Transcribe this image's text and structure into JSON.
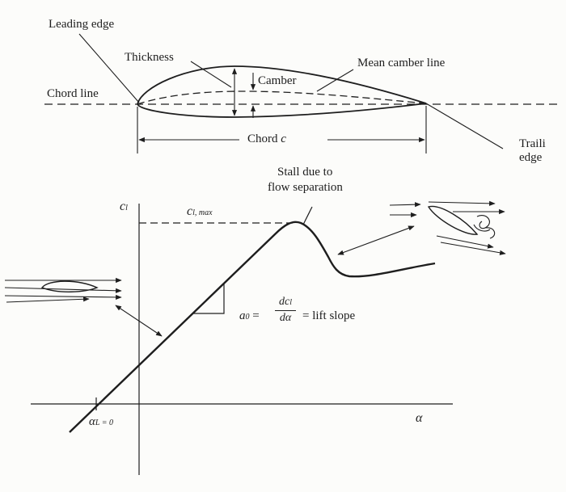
{
  "airfoil": {
    "leading_edge": "Leading edge",
    "thickness": "Thickness",
    "camber": "Camber",
    "mean_camber_line": "Mean camber line",
    "chord_line": "Chord line",
    "chord_prefix": "Chord",
    "chord_symbol": "c",
    "trailing_edge_line1": "Traili",
    "trailing_edge_line2": "edge"
  },
  "lift_curve": {
    "y_axis_symbol": "c",
    "y_axis_sub": "l",
    "clmax_symbol": "c",
    "clmax_sub": "l, max",
    "stall_line1": "Stall due to",
    "stall_line2": "flow separation",
    "slope_symbol": "a",
    "slope_sub": "0",
    "slope_eq": "=",
    "slope_num": "dc",
    "slope_num_sub": "l",
    "slope_den": "dα",
    "slope_text": "= lift slope",
    "x_axis_symbol": "α",
    "zero_lift_symbol": "α",
    "zero_lift_sub": "L = 0"
  },
  "colors": {
    "ink": "#1e1e1e",
    "paper": "#fcfcfa"
  }
}
